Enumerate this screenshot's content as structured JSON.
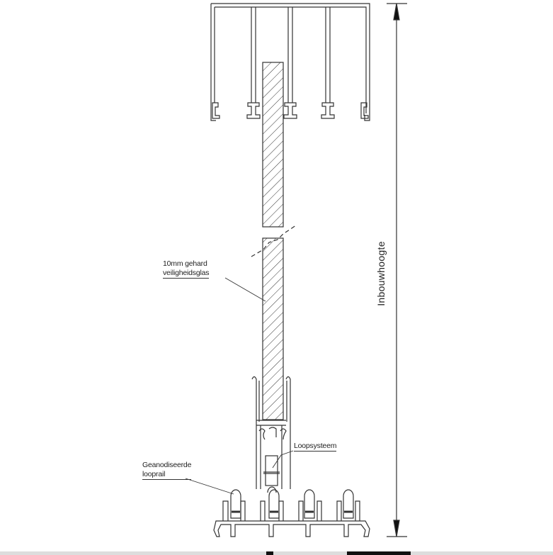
{
  "labels": {
    "glass_line1": "10mm gehard",
    "glass_line2": "veiligheidsglas",
    "running_system": "Loopsysteem",
    "rail_line1": "Geanodiseerde",
    "rail_line2": "looprail",
    "dimension": "Inbouwhoogte"
  }
}
